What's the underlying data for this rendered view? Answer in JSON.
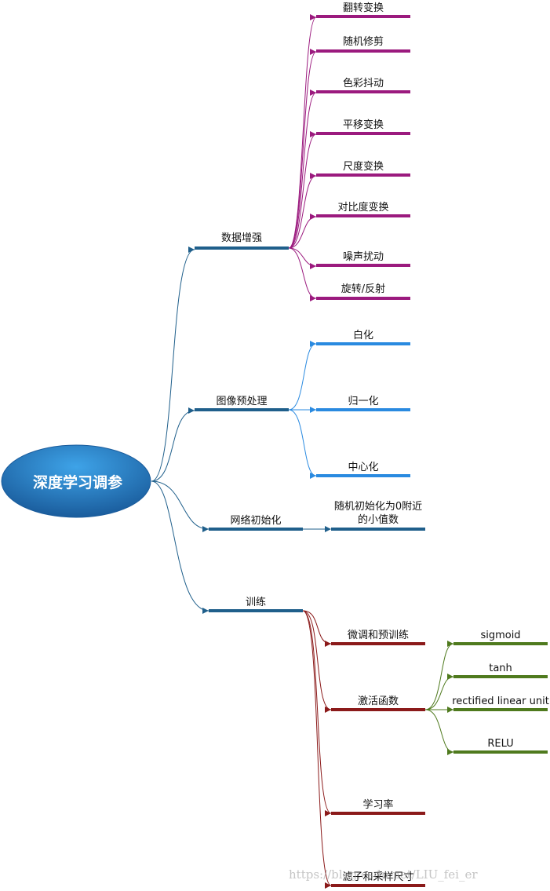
{
  "root": {
    "label": "深度学习调参"
  },
  "branches": {
    "augment": {
      "label": "数据增强",
      "items": [
        "翻转变换",
        "随机修剪",
        "色彩抖动",
        "平移变换",
        "尺度变换",
        "对比度变换",
        "噪声扰动",
        "旋转/反射"
      ]
    },
    "preprocess": {
      "label": "图像预处理",
      "items": [
        "白化",
        "归一化",
        "中心化"
      ]
    },
    "init": {
      "label": "网络初始化",
      "item_line1": "随机初始化为0附近",
      "item_line2": "的小值数"
    },
    "train": {
      "label": "训练",
      "items": [
        "微调和预训练",
        "激活函数",
        "学习率",
        "滤子和采样尺寸"
      ],
      "activations": [
        "sigmoid",
        "tanh",
        "rectified linear unit",
        "RELU"
      ]
    }
  },
  "watermark": "https://blog.csdn.net/LIU_fei_er",
  "colors": {
    "root_top": "#3a9be0",
    "root_bottom": "#1a5c9c",
    "main_branch": "#1f5f8b",
    "augment": "#9b1a7e",
    "preprocess": "#2a8ae0",
    "train": "#8b1a1a",
    "activation": "#4f7a1e"
  }
}
